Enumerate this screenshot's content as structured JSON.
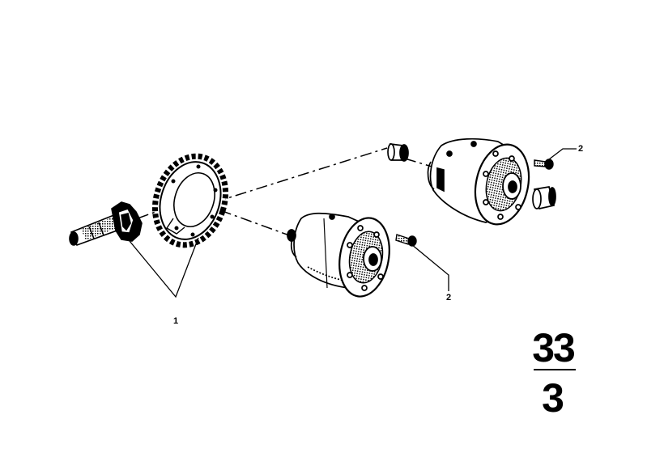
{
  "callouts": {
    "gear_set": "1",
    "bolt_upper": "2",
    "bolt_lower": "2"
  },
  "group_number": {
    "major": "33",
    "minor": "3"
  },
  "colors": {
    "ink": "#000000",
    "paper": "#ffffff"
  }
}
